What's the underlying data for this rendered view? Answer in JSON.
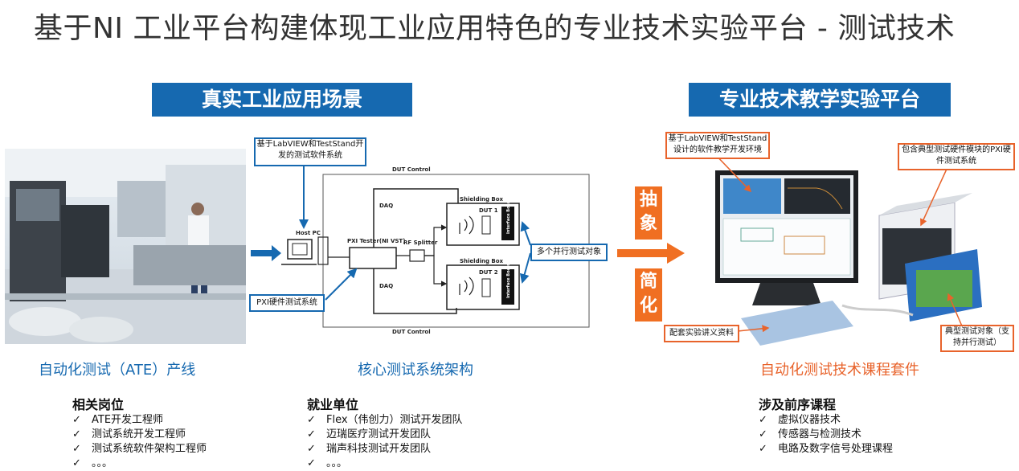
{
  "title": "基于NI 工业平台构建体现工业应用特色的专业技术实验平台 - 测试技术",
  "left": {
    "banner": "真实工业应用场景",
    "photo_caption": "自动化测试（ATE）产线",
    "diagram_caption": "核心测试系统架构"
  },
  "diagram": {
    "callout_software": "基于LabVIEW和TestStand开发的测试软件系统",
    "callout_pxi": "PXI硬件测试系统",
    "callout_parallel": "多个并行测试对象",
    "host_pc": "Host PC",
    "pxi_tester": "PXI Tester(NI VST)",
    "rf_splitter": "RF Splitter",
    "shielding_box": "Shielding Box",
    "dut1": "DUT 1",
    "dut2": "DUT 2",
    "interface_board": "Interface Board",
    "daq": "DAQ",
    "dut_control": "DUT Control"
  },
  "middle": {
    "abstract_chars": [
      "抽",
      "象"
    ],
    "simplify_chars": [
      "简",
      "化"
    ]
  },
  "right": {
    "banner": "专业技术教学实验平台",
    "callout_env": "基于LabVIEW和TestStand设计的软件教学开发环境",
    "callout_pxi": "包含典型测试硬件模块的PXI硬件测试系统",
    "callout_docs": "配套实验讲义资料",
    "callout_duts": "典型测试对象（支持并行测试）",
    "caption": "自动化测试技术课程套件"
  },
  "lists": {
    "positions": {
      "title": "相关岗位",
      "items": [
        "ATE开发工程师",
        "测试系统开发工程师",
        "测试系统软件架构工程师",
        "。。。"
      ]
    },
    "employers": {
      "title": "就业单位",
      "items": [
        "Flex（伟创力）测试开发团队",
        "迈瑞医疗测试开发团队",
        "瑞声科技测试开发团队",
        "。。。"
      ]
    },
    "courses": {
      "title": "涉及前序课程",
      "items": [
        "虚拟仪器技术",
        "传感器与检测技术",
        "电路及数字信号处理课程"
      ]
    }
  },
  "check_mark": "✓",
  "colors": {
    "blue": "#1669b0",
    "orange": "#f06f22",
    "caption_orange": "#e8632b"
  }
}
